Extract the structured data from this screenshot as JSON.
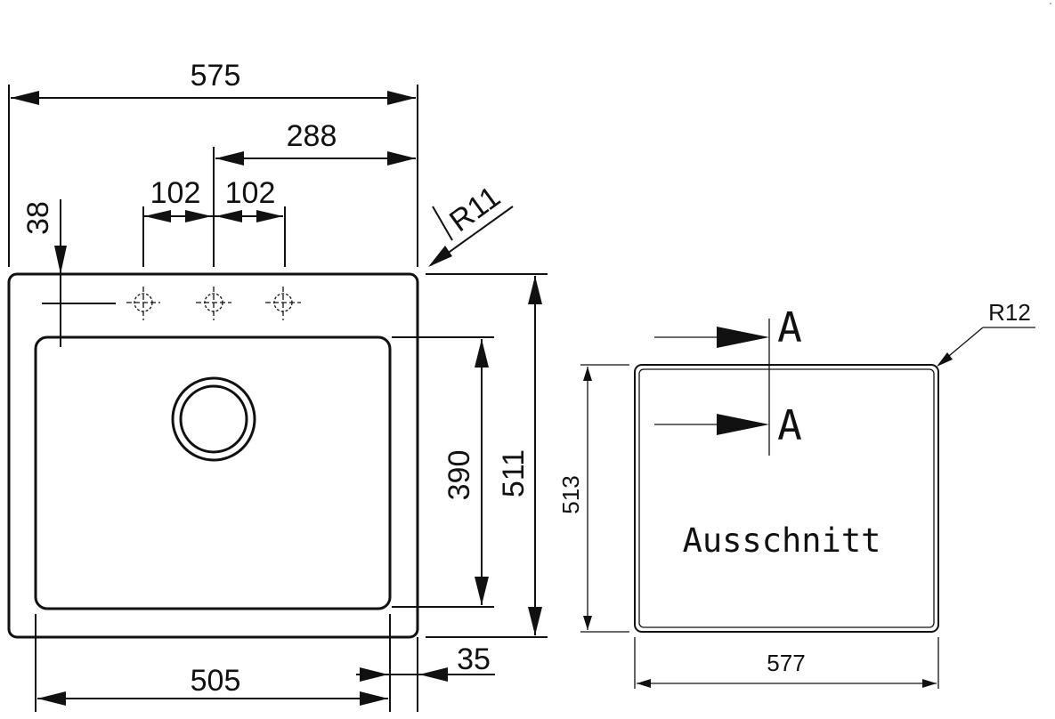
{
  "sink_plan": {
    "overall_width": "575",
    "half_width": "288",
    "tap_spacing_left": "102",
    "tap_spacing_right": "102",
    "tap_offset": "38",
    "corner_radius": "R11",
    "bowl_depth": "390",
    "overall_depth": "511",
    "bowl_width": "505",
    "rim_offset": "35"
  },
  "cutout": {
    "label": "Ausschnitt",
    "width": "577",
    "height": "513",
    "corner_radius": "R12",
    "section_label_top": "A",
    "section_label_bottom": "A"
  }
}
